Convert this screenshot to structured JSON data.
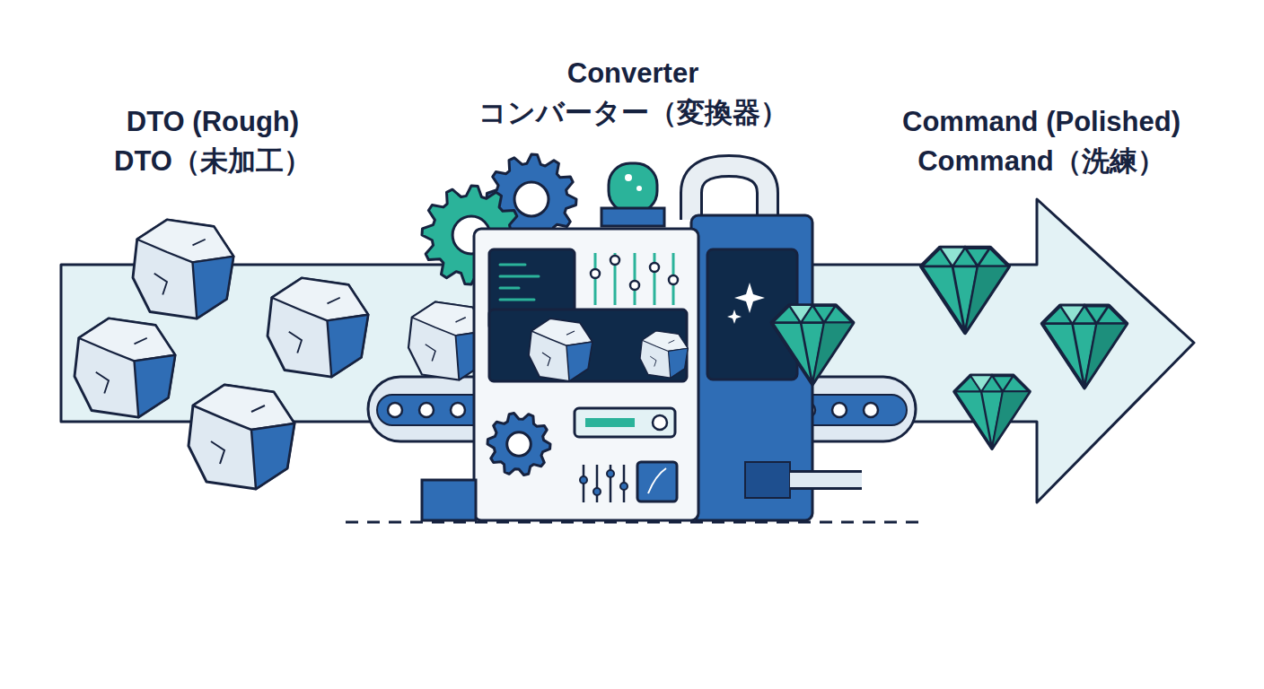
{
  "diagram": {
    "labels": [
      "DTO (Rough)",
      "DTO（未加工）",
      "Converter",
      "コンバーター（変換器）",
      "Command (Polished)",
      "Command（洗練）"
    ]
  }
}
